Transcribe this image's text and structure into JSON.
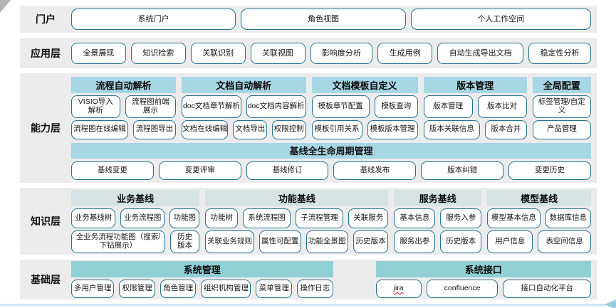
{
  "palette": {
    "band_bg": "#ececec",
    "box_border": "#26718e",
    "capability_header_bg": "#a7d6e5",
    "knowledge_header_bg": "#d6e2e3",
    "base_header_bg": "#90d0d5",
    "bottom_line": "#cbe6f2",
    "spellcheck_underline": "#e03131"
  },
  "misspelled_items": [
    "jira"
  ],
  "layers": {
    "portal": {
      "label": "门户",
      "items": [
        "系统门户",
        "角色视图",
        "个人工作空间"
      ]
    },
    "application": {
      "label": "应用层",
      "items": [
        "全景展现",
        "知识检索",
        "关联识别",
        "关联视图",
        "影响度分析",
        "生成用例",
        "自动生成导出文档",
        "稳定性分析"
      ]
    },
    "capability": {
      "label": "能力层",
      "groups": [
        {
          "title": "流程自动解析",
          "rows": [
            [
              "VISIO导入解析",
              "流程图前端展示"
            ],
            [
              "流程图在线编辑",
              "流程图导出"
            ]
          ]
        },
        {
          "title": "文档自动解析",
          "rows": [
            [
              "doc文档章节解析",
              "doc文档内容解析"
            ],
            [
              "文档在线编辑",
              "文档导出",
              "权限控制"
            ]
          ]
        },
        {
          "title": "文档模板自定义",
          "rows": [
            [
              "模板章节配置",
              "模板查询"
            ],
            [
              "模板引用关系",
              "模板版本管理"
            ]
          ]
        },
        {
          "title": "版本管理",
          "rows": [
            [
              "版本管理",
              "版本比对"
            ],
            [
              "版本关联信息",
              "版本合并"
            ]
          ]
        },
        {
          "title": "全局配置",
          "rows": [
            [
              "标签管理/自定义"
            ],
            [
              "产品管理"
            ]
          ]
        }
      ],
      "baseline": {
        "title": "基线全生命周期管理",
        "items": [
          "基线变更",
          "变更评审",
          "基线修订",
          "基线发布",
          "版本纠错",
          "变更历史"
        ]
      }
    },
    "knowledge": {
      "label": "知识层",
      "groups": [
        {
          "title": "业务基线",
          "rows": [
            [
              "业务基线树",
              "业务流程图",
              "功能图"
            ],
            [
              "全业务流程功能图（搜索/下钻展示）",
              "历史版本"
            ]
          ]
        },
        {
          "title": "功能基线",
          "rows": [
            [
              "功能树",
              "系统流程图",
              "子流程管理",
              "关联服务"
            ],
            [
              "关联业务规则",
              "属性可配置",
              "功能全景图",
              "历史版本"
            ]
          ]
        },
        {
          "title": "服务基线",
          "rows": [
            [
              "基本信息",
              "服务入参"
            ],
            [
              "服务出参",
              "历史版本"
            ]
          ]
        },
        {
          "title": "模型基线",
          "rows": [
            [
              "模型基本信息",
              "数据库信息"
            ],
            [
              "用户信息",
              "表空间信息"
            ]
          ]
        }
      ]
    },
    "base": {
      "label": "基础层",
      "groups": [
        {
          "title": "系统管理",
          "items": [
            "多用户管理",
            "权限管理",
            "角色管理",
            "组织机构管理",
            "菜单管理",
            "操作日志"
          ]
        },
        {
          "title": "系统接口",
          "items": [
            "jira",
            "confluence",
            "接口自动化平台"
          ]
        }
      ]
    }
  }
}
